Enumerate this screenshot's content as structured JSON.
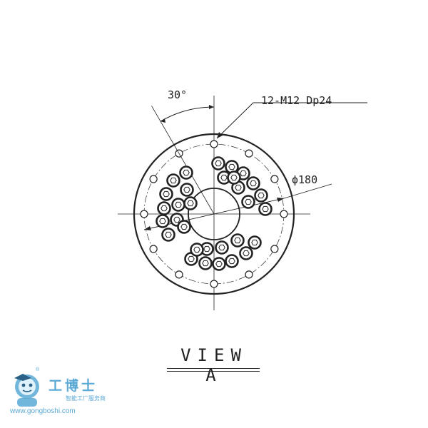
{
  "drawing": {
    "angle_label": "30°",
    "callout_label": "12-M12 Dp24",
    "diameter_label": "ϕ180",
    "view_title": "VIEW A",
    "line_color": "#222222"
  },
  "logo": {
    "name": "工博士",
    "tagline": "智能工厂服务商",
    "url": "www.gongboshi.com",
    "registered_mark": "®",
    "accent_color": "#5aa9d6",
    "mascot_icon": "robot-mascot-icon"
  }
}
